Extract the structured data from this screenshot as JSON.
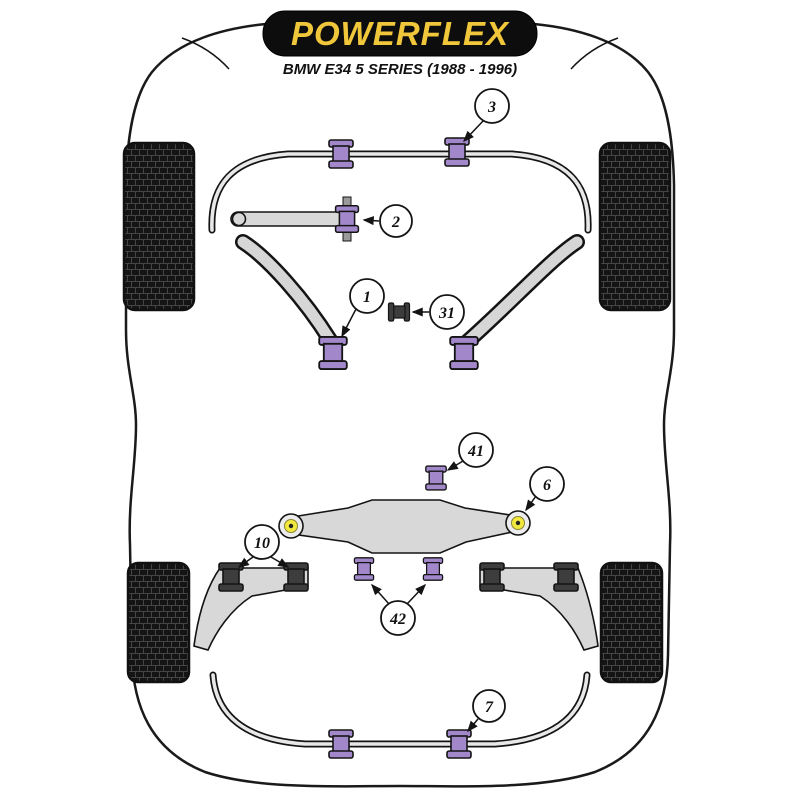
{
  "header": {
    "brand": "POWERFLEX",
    "subtitle": "BMW E34 5 SERIES (1988 - 1996)"
  },
  "callout_labels": {
    "n3": "3",
    "n2": "2",
    "n1": "1",
    "n31": "31",
    "n41": "41",
    "n6": "6",
    "n10": "10",
    "n42": "42",
    "n7": "7"
  },
  "colors": {
    "banner_black": "#0d0d0d",
    "brand_yellow": "#f0c63a",
    "bushing_purple": "#a288cb",
    "bushing_dark": "#3d3d3d",
    "bushing_yellow": "#f2e93e",
    "metal_gray": "#d8d8d8",
    "outline": "#141414"
  }
}
